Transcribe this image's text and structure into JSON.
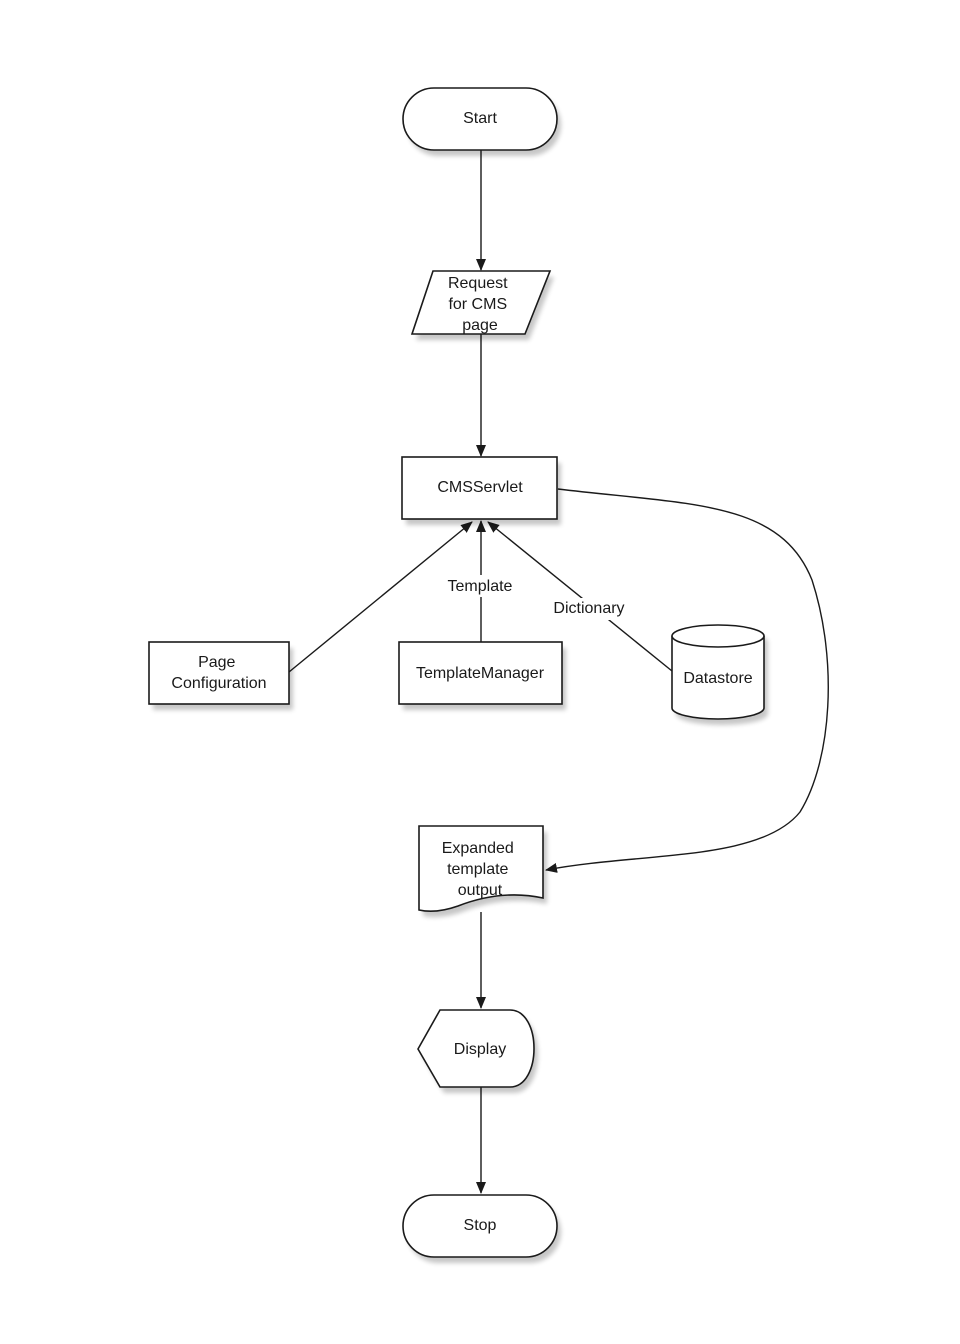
{
  "nodes": {
    "start": {
      "label": "Start"
    },
    "request": {
      "lines": [
        "Request",
        "for CMS",
        "page"
      ]
    },
    "servlet": {
      "label": "CMSServlet"
    },
    "page_config": {
      "lines": [
        "Page",
        "Configuration"
      ]
    },
    "template_manager": {
      "label": "TemplateManager"
    },
    "datastore": {
      "label": "Datastore"
    },
    "expanded": {
      "lines": [
        "Expanded",
        "template",
        "output"
      ]
    },
    "display": {
      "label": "Display"
    },
    "stop": {
      "label": "Stop"
    }
  },
  "edges": {
    "template_label": "Template",
    "dictionary_label": "Dictionary"
  }
}
